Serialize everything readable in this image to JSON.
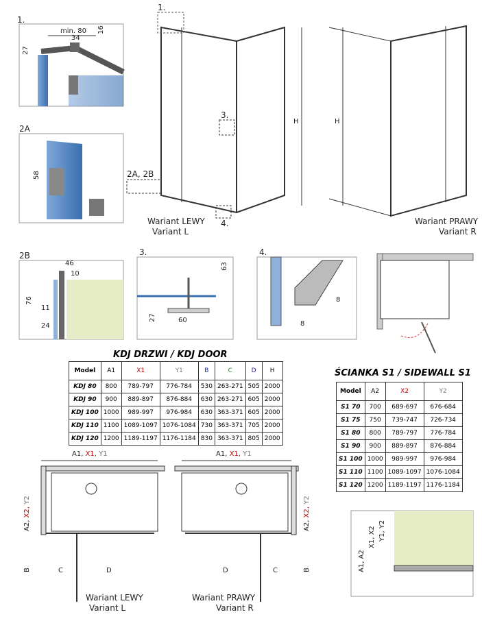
{
  "details": {
    "d1": {
      "label": "1.",
      "min": "min. 80",
      "w34": "34",
      "h16": "16",
      "h27": "27"
    },
    "d2a": {
      "label": "2A",
      "h58": "58"
    },
    "main": {
      "c1": "1.",
      "c3": "3.",
      "c2": "2A, 2B",
      "c4": "4.",
      "hL": "H",
      "hR": "H",
      "leftPl": "Wariant LEWY",
      "leftEn": "Variant L",
      "rightPl": "Wariant PRAWY",
      "rightEn": "Variant R"
    },
    "d2b": {
      "label": "2B",
      "w46": "46",
      "w10": "10",
      "h76": "76",
      "w11": "11",
      "w24": "24"
    },
    "d3": {
      "label": "3.",
      "h63": "63",
      "h27": "27",
      "w60": "60"
    },
    "d4": {
      "label": "4.",
      "h8": "8",
      "w8": "8"
    }
  },
  "kdj": {
    "title": "KDJ DRZWI / KDJ DOOR",
    "headers": [
      "Model",
      "A1",
      "X1",
      "Y1",
      "B",
      "C",
      "D",
      "H"
    ],
    "header_colors": [
      "#000",
      "#000",
      "#c00000",
      "#777777",
      "#1a2a9a",
      "#2e7d32",
      "#3a1a8a",
      "#000"
    ],
    "rows": [
      [
        "KDJ 80",
        "800",
        "789-797",
        "776-784",
        "530",
        "263-271",
        "505",
        "2000"
      ],
      [
        "KDJ 90",
        "900",
        "889-897",
        "876-884",
        "630",
        "263-271",
        "605",
        "2000"
      ],
      [
        "KDJ 100",
        "1000",
        "989-997",
        "976-984",
        "630",
        "363-371",
        "605",
        "2000"
      ],
      [
        "KDJ 110",
        "1100",
        "1089-1097",
        "1076-1084",
        "730",
        "363-371",
        "705",
        "2000"
      ],
      [
        "KDJ 120",
        "1200",
        "1189-1197",
        "1176-1184",
        "830",
        "363-371",
        "805",
        "2000"
      ]
    ]
  },
  "s1": {
    "title": "ŚCIANKA S1 / SIDEWALL S1",
    "headers": [
      "Model",
      "A2",
      "X2",
      "Y2"
    ],
    "rows": [
      [
        "S1 70",
        "700",
        "689-697",
        "676-684"
      ],
      [
        "S1 75",
        "750",
        "739-747",
        "726-734"
      ],
      [
        "S1 80",
        "800",
        "789-797",
        "776-784"
      ],
      [
        "S1 90",
        "900",
        "889-897",
        "876-884"
      ],
      [
        "S1 100",
        "1000",
        "989-997",
        "976-984"
      ],
      [
        "S1 110",
        "1100",
        "1089-1097",
        "1076-1084"
      ],
      [
        "S1 120",
        "1200",
        "1189-1197",
        "1176-1184"
      ]
    ]
  },
  "plans": {
    "a1": "A1, ",
    "x1": "X1, ",
    "y1": "Y1",
    "a2": "A2, ",
    "x2": "X2, ",
    "y2": "Y2",
    "b": "B",
    "c": "C",
    "d": "D",
    "leftPl": "Wariant LEWY",
    "leftEn": "Variant L",
    "rightPl": "Wariant PRAWY",
    "rightEn": "Variant R",
    "sa": "A1, A2",
    "sx": "X1, X2",
    "sy": "Y1, Y2"
  }
}
